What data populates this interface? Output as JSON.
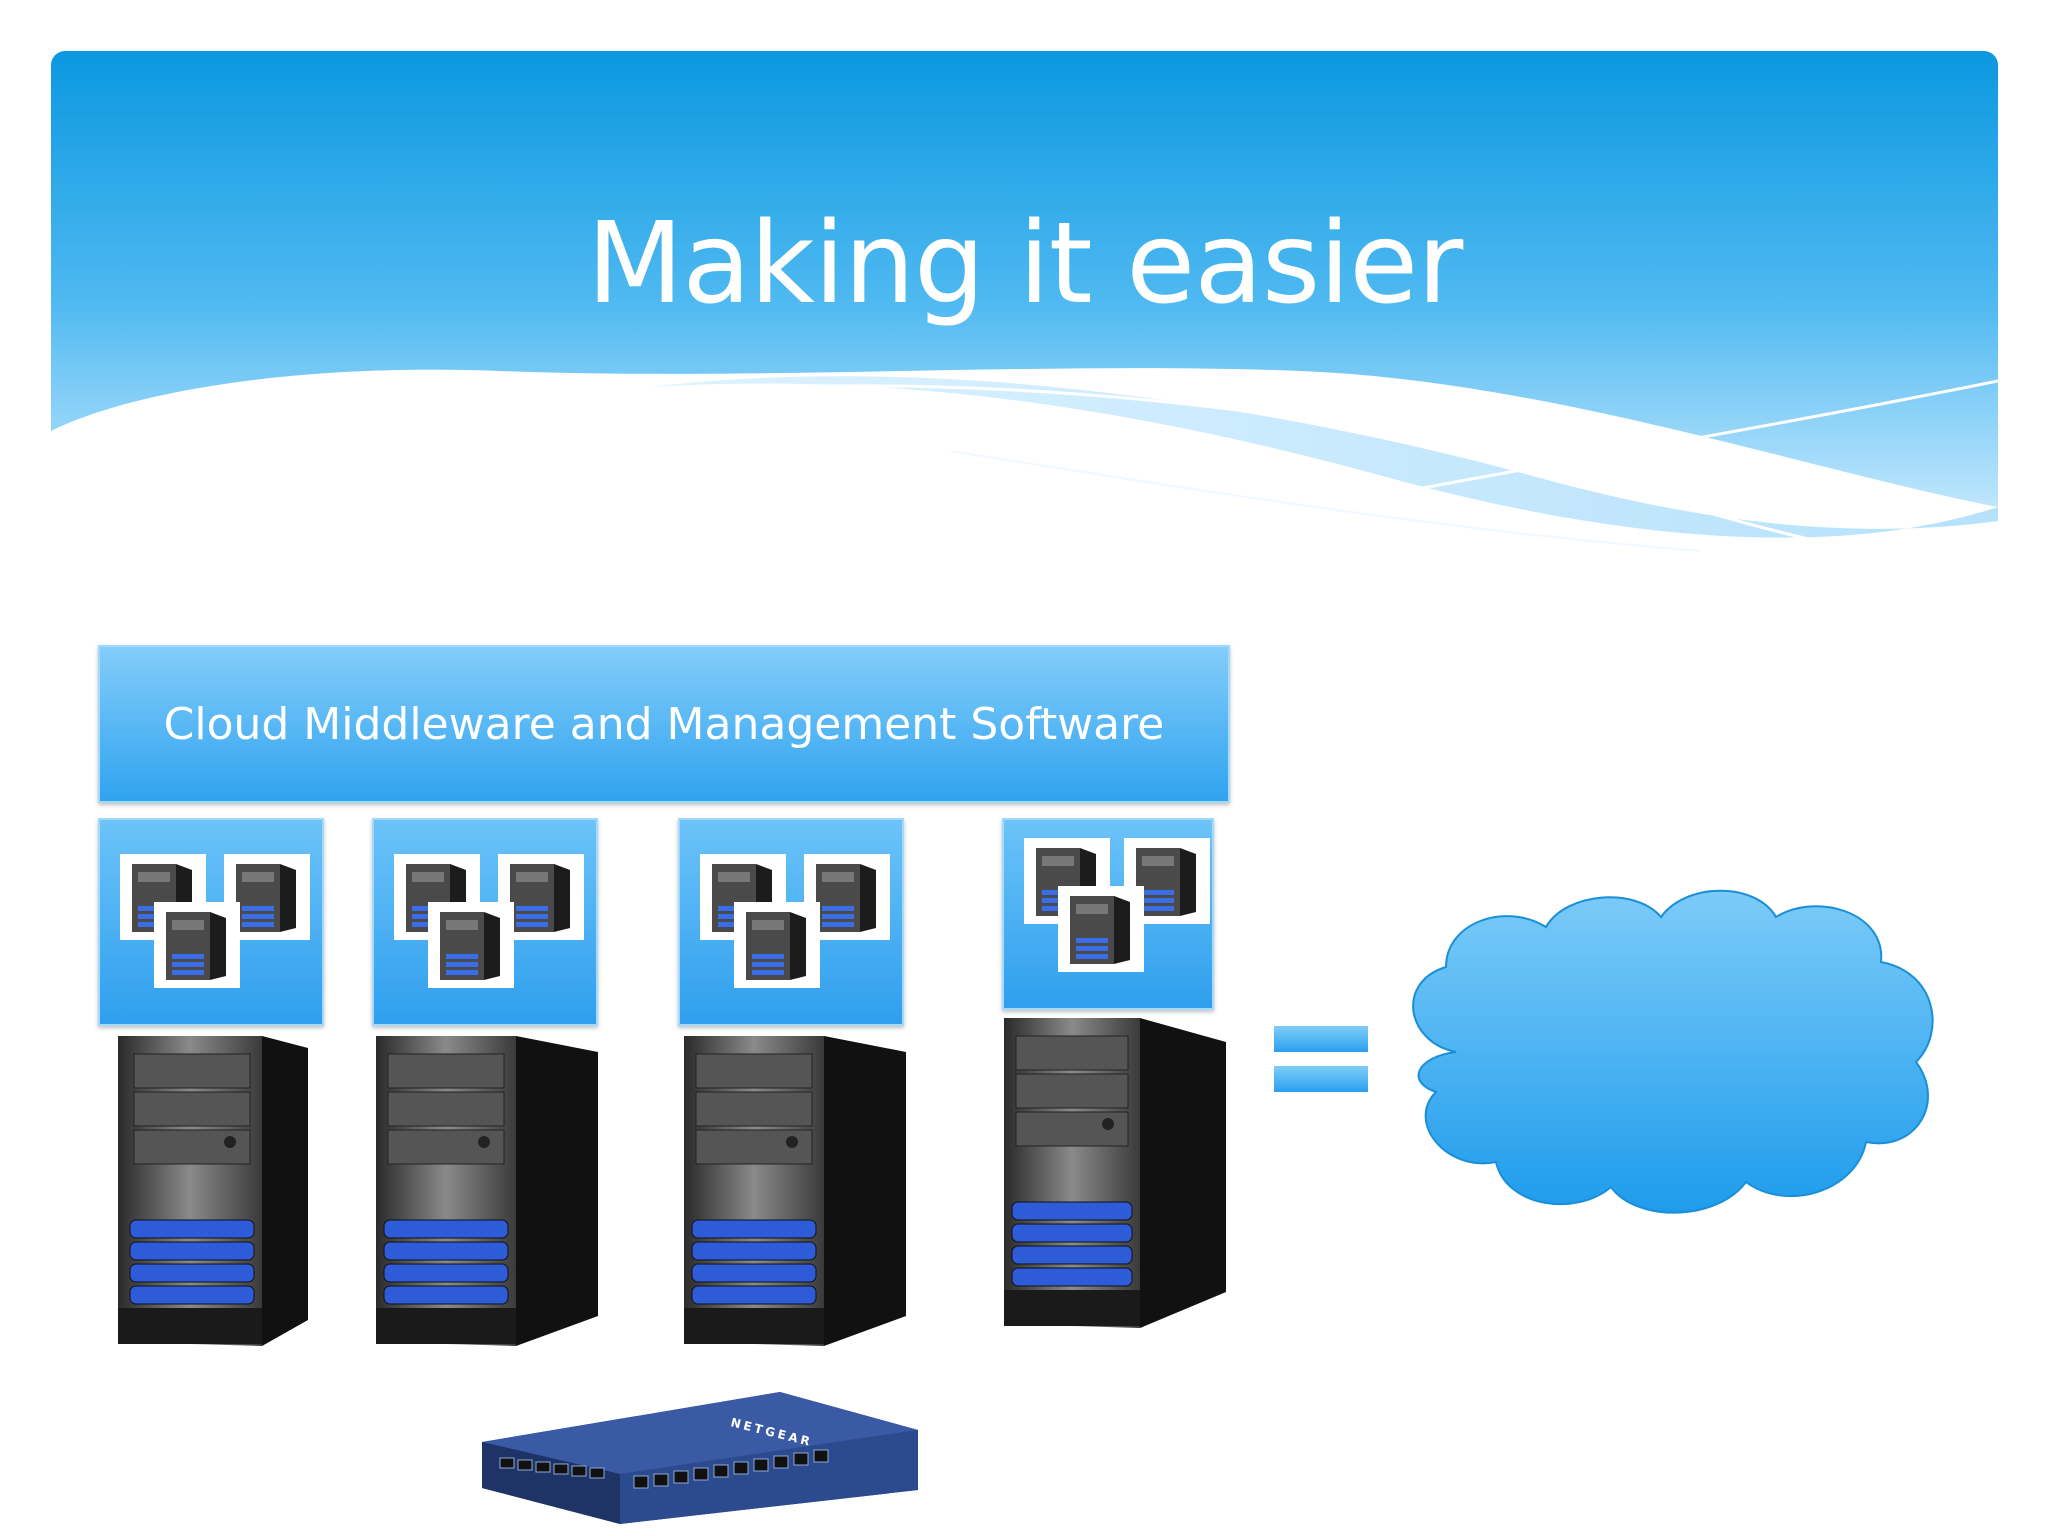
{
  "slide": {
    "title": "Making it easier"
  },
  "diagram": {
    "middleware_label": "Cloud Middleware and Management Software",
    "virtual_machine_groups": 4,
    "virtual_machines_per_group": 3,
    "physical_servers": 4,
    "network_switch": {
      "brand": "NETGEAR"
    },
    "equals_symbol": "=",
    "result": "cloud"
  },
  "colors": {
    "header_blue": "#0b98e0",
    "header_light": "#7fd0fa",
    "box_blue": "#30a3ef",
    "cloud_blue": "#2aa6f0",
    "server_dark": "#1a1a1a",
    "server_lights": "#2e5bd8",
    "switch_blue": "#27407c"
  }
}
